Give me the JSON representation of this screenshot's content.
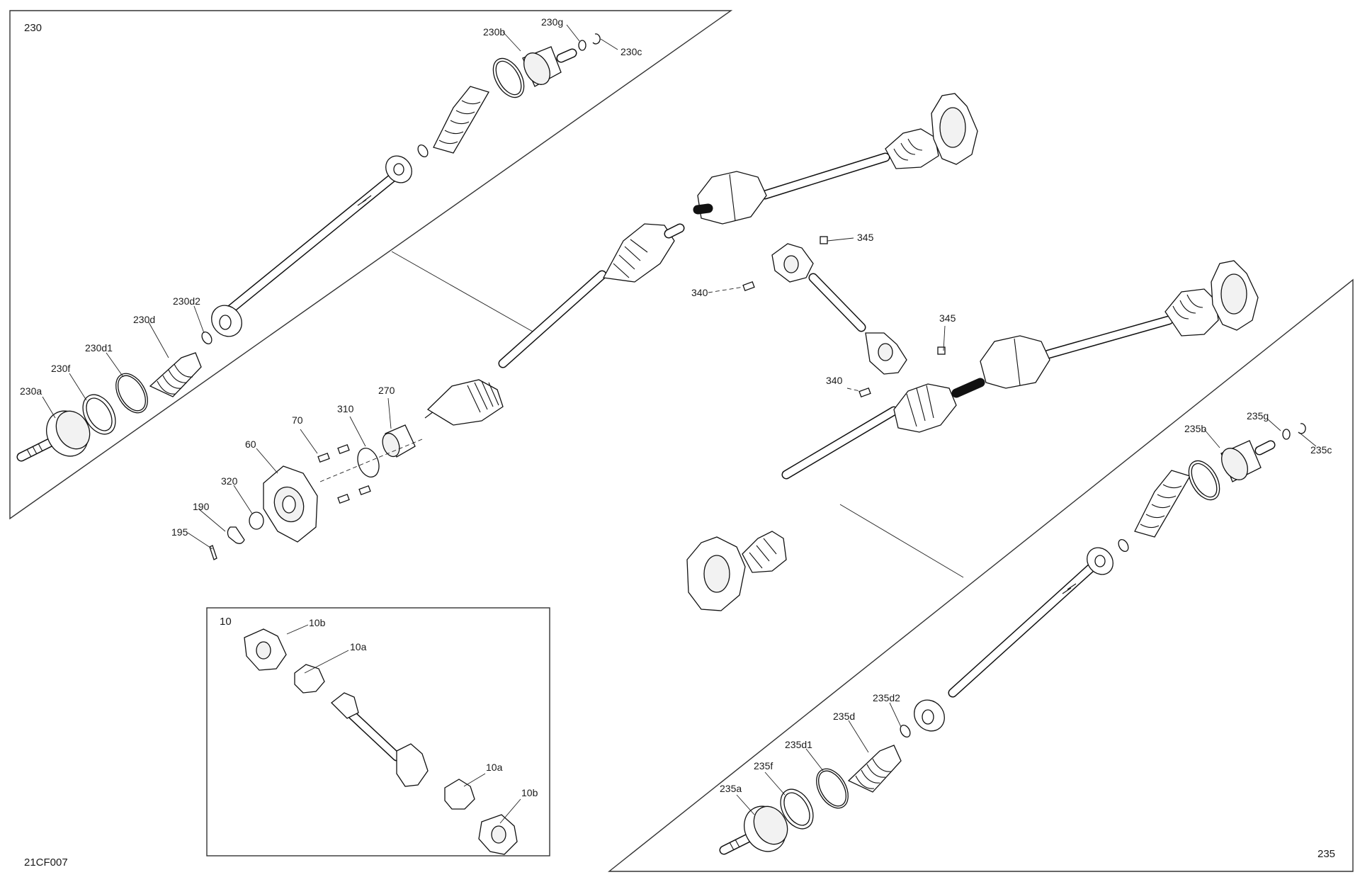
{
  "labels": {
    "g230": "230",
    "g235": "235",
    "g10": "10",
    "doc_code": "21CF007",
    "p230a": "230a",
    "p230f": "230f",
    "p230d1": "230d1",
    "p230d": "230d",
    "p230d2": "230d2",
    "p230b": "230b",
    "p230g": "230g",
    "p230c": "230c",
    "p235a": "235a",
    "p235f": "235f",
    "p235d1": "235d1",
    "p235d": "235d",
    "p235d2": "235d2",
    "p235b": "235b",
    "p235g": "235g",
    "p235c": "235c",
    "p60": "60",
    "p70": "70",
    "p190": "190",
    "p195": "195",
    "p270": "270",
    "p310": "310",
    "p320": "320",
    "p340a": "340",
    "p340b": "340",
    "p345a": "345",
    "p345b": "345",
    "p10a_1": "10a",
    "p10a_2": "10a",
    "p10b_1": "10b",
    "p10b_2": "10b"
  }
}
